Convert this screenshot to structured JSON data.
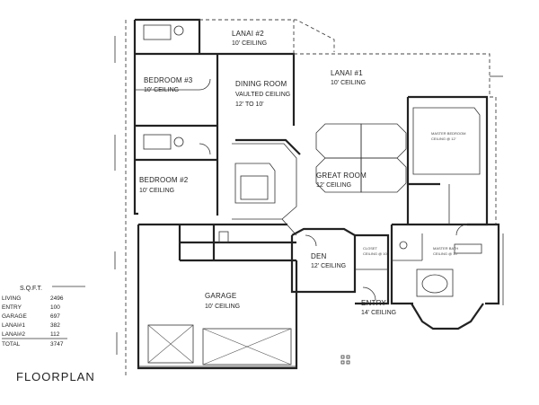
{
  "title": "FLOORPLAN",
  "rooms": {
    "lanai2": {
      "name": "LANAI #2",
      "ceiling": "10' CEILING"
    },
    "lanai1": {
      "name": "LANAI #1",
      "ceiling": "10' CEILING"
    },
    "bedroom3": {
      "name": "BEDROOM #3",
      "ceiling": "10' CEILING"
    },
    "bedroom2": {
      "name": "BEDROOM #2",
      "ceiling": "10' CEILING"
    },
    "dining": {
      "name": "DINING ROOM",
      "ceiling1": "VAULTED CEILING",
      "ceiling2": "12' TO 10'"
    },
    "great": {
      "name": "GREAT ROOM",
      "ceiling": "12' CEILING"
    },
    "master_bedroom": {
      "name": "MASTER BEDROOM",
      "ceiling": "CEILING @ 12'"
    },
    "den": {
      "name": "DEN",
      "ceiling": "12' CEILING"
    },
    "garage": {
      "name": "GARAGE",
      "ceiling": "10' CEILING"
    },
    "entry": {
      "name": "ENTRY",
      "ceiling": "14' CEILING"
    },
    "master_bath": {
      "name": "MASTER BATH",
      "ceiling": "CEILING @ 10'"
    },
    "closet": {
      "name": "CLOSET",
      "ceiling": "CEILING @ 10'"
    }
  },
  "sqft": {
    "heading": "S.Q.F.T.",
    "rows": [
      {
        "label": "LIVING",
        "value": "2496"
      },
      {
        "label": "ENTRY",
        "value": "100"
      },
      {
        "label": "GARAGE",
        "value": "697"
      },
      {
        "label": "LANAI#1",
        "value": "382"
      },
      {
        "label": "LANAI#2",
        "value": "112"
      },
      {
        "label": "TOTAL",
        "value": "3747"
      }
    ]
  }
}
